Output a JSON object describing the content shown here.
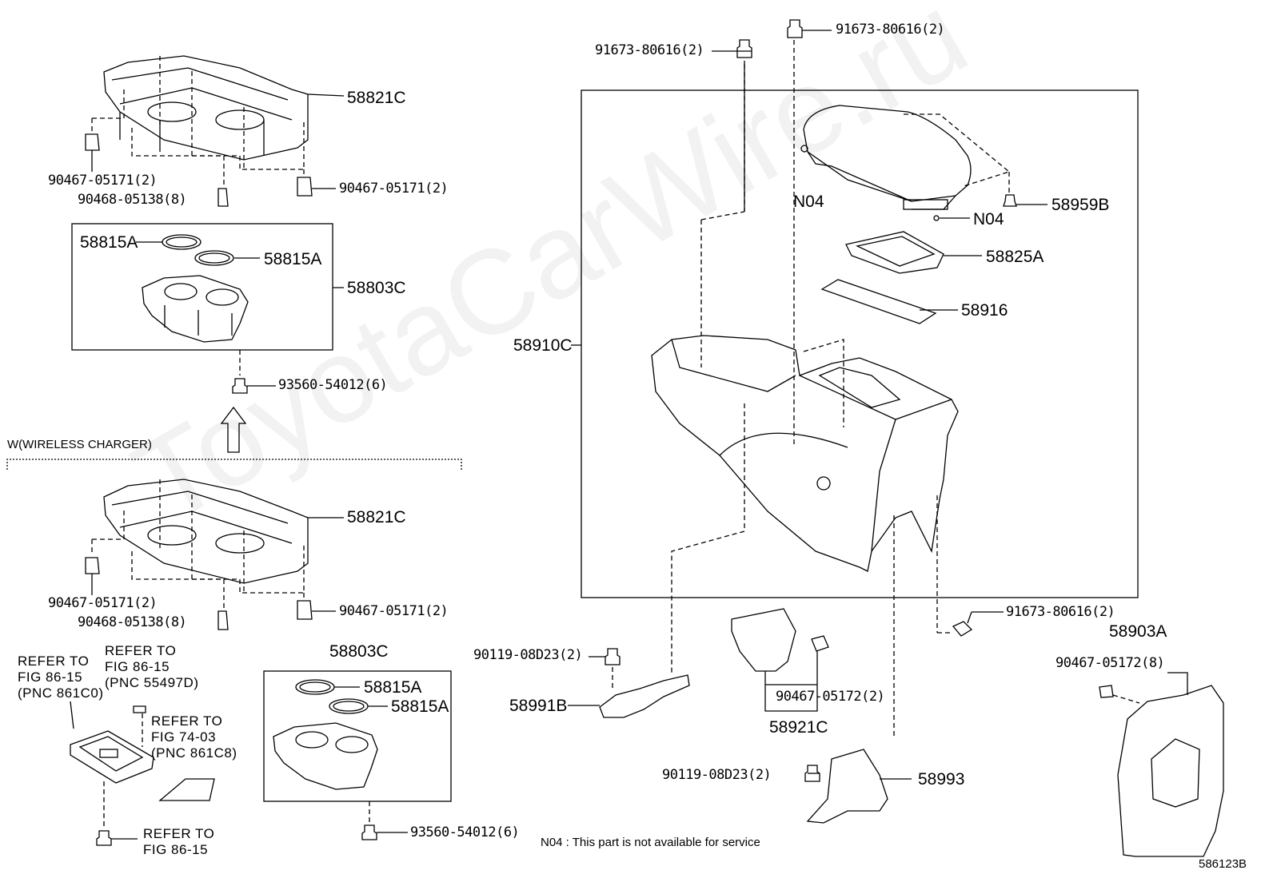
{
  "watermark": "ToyotaCarWire.ru",
  "figure_id": "586123B",
  "note": "N04 : This part is not available for service",
  "option_label": "W(WIRELESS CHARGER)",
  "parts": {
    "p58821C_a": "58821C",
    "p90467_a1": "90467-05171(2)",
    "p90468_a": "90468-05138(8)",
    "p90467_a2": "90467-05171(2)",
    "p58815A_a1": "58815A",
    "p58815A_a2": "58815A",
    "p58803C_a": "58803C",
    "p93560_a": "93560-54012(6)",
    "p58821C_b": "58821C",
    "p90467_b1": "90467-05171(2)",
    "p90468_b": "90468-05138(8)",
    "p90467_b2": "90467-05171(2)",
    "p58803C_b": "58803C",
    "p58815A_b1": "58815A",
    "p58815A_b2": "58815A",
    "p93560_b": "93560-54012(6)",
    "p91673_a": "91673-80616(2)",
    "p91673_b": "91673-80616(2)",
    "pN04_a": "N04",
    "pN04_b": "N04",
    "p58959B": "58959B",
    "p58825A": "58825A",
    "p58916": "58916",
    "p58910C": "58910C",
    "p91673_c": "91673-80616(2)",
    "p58903A": "58903A",
    "p90467_c": "90467-05172(8)",
    "p90119_a": "90119-08D23(2)",
    "p58991B": "58991B",
    "p90467_d": "90467-05172(2)",
    "p58921C": "58921C",
    "p90119_b": "90119-08D23(2)",
    "p58993": "58993"
  },
  "refs": {
    "r1": "REFER TO\nFIG 86-15\n(PNC 861C0)",
    "r2": "REFER TO\nFIG 86-15\n(PNC 55497D)",
    "r3": "REFER TO\nFIG 74-03\n(PNC 861C8)",
    "r4": "REFER TO\nFIG 86-15"
  }
}
